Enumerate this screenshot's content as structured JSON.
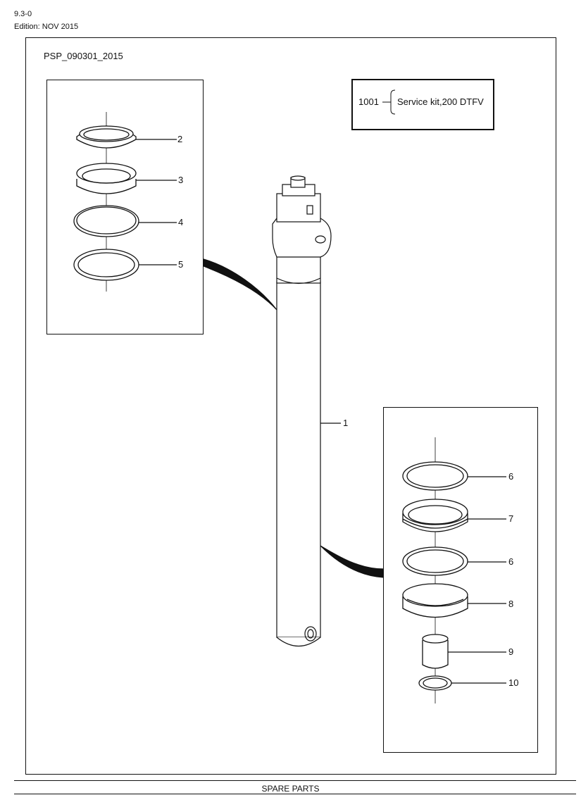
{
  "header": {
    "page_number": "9.3-0",
    "edition": "Edition: NOV 2015"
  },
  "drawing": {
    "code": "PSP_090301_2015",
    "kit": {
      "number": "1001",
      "description": "Service kit,200 DTFV"
    },
    "callouts": {
      "c1": "1",
      "c2": "2",
      "c3": "3",
      "c4": "4",
      "c5": "5",
      "c6a": "6",
      "c7": "7",
      "c6b": "6",
      "c8": "8",
      "c9": "9",
      "c10": "10"
    }
  },
  "footer": {
    "title": "SPARE PARTS"
  }
}
